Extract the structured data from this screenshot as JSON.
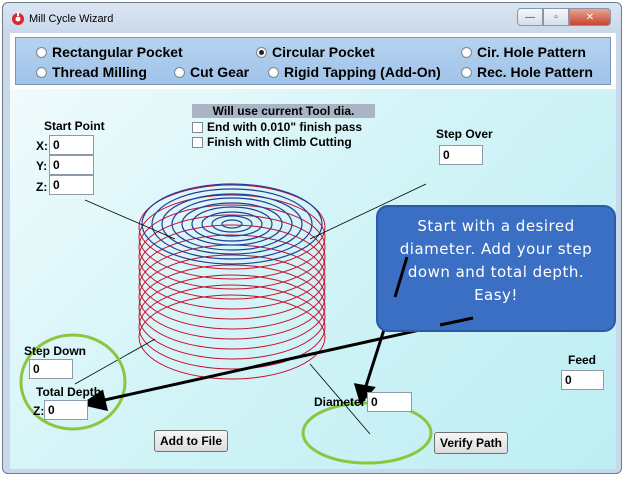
{
  "window": {
    "title": "Mill Cycle Wizard",
    "buttons": {
      "minimize": "—",
      "maximize": "▫",
      "close": "✕"
    }
  },
  "tabs": [
    {
      "label": "Rectangular Pocket",
      "checked": false
    },
    {
      "label": "Circular Pocket",
      "checked": true
    },
    {
      "label": "Cir. Hole Pattern",
      "checked": false
    },
    {
      "label": "Thread Milling",
      "checked": false
    },
    {
      "label": "Cut Gear",
      "checked": false
    },
    {
      "label": "Rigid Tapping (Add-On)",
      "checked": false
    },
    {
      "label": "Rec. Hole Pattern",
      "checked": false
    }
  ],
  "tool_note": "Will use current Tool dia.",
  "options": [
    {
      "label": "End with 0.010\"  finish pass",
      "checked": false
    },
    {
      "label": "Finish with Climb Cutting",
      "checked": false
    }
  ],
  "start_point": {
    "label": "Start Point",
    "x_label": "X:",
    "x": "0",
    "y_label": "Y:",
    "y": "0",
    "z_label": "Z:",
    "z": "0"
  },
  "step_over": {
    "label": "Step Over",
    "value": "0"
  },
  "step_down": {
    "label": "Step Down",
    "value": "0"
  },
  "total_depth": {
    "label": "Total Depth",
    "z_label": "Z:",
    "value": "0"
  },
  "diameter": {
    "label": "Diameter",
    "value": "0"
  },
  "feed": {
    "label": "Feed",
    "value": "0"
  },
  "buttons": {
    "add_to_file": "Add to File",
    "verify_path": "Verify Path"
  },
  "callout": "Start with a desired diameter.  Add your step down and total depth.  Easy!",
  "colors": {
    "accent_blue": "#3b6fc4",
    "highlight_green": "#8cc63f",
    "path_red": "#c8102e",
    "path_blue": "#1f3f9a"
  },
  "icons": {
    "app": "mill-app-icon"
  }
}
